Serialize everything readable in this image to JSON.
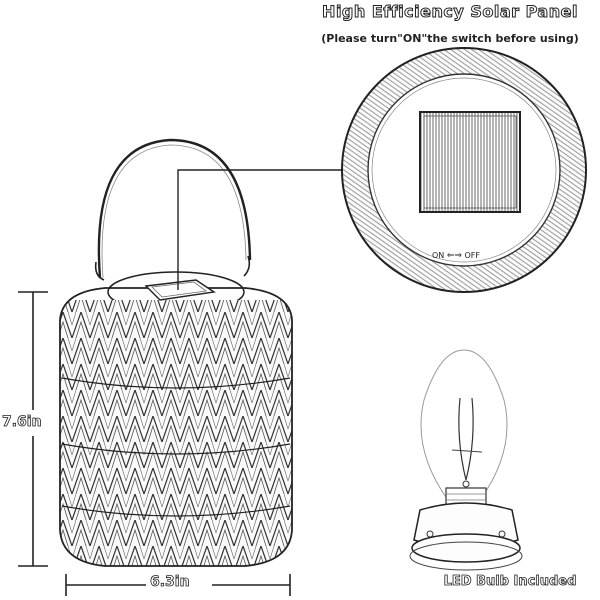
{
  "header": {
    "title": "High Efficiency Solar Panel",
    "subtitle": "(Please turn\"ON\"the switch before using)"
  },
  "dimensions": {
    "height": "7.6in",
    "width": "6.3in"
  },
  "switch": {
    "on_label": "ON",
    "arrows": "⇐⇒",
    "off_label": "OFF"
  },
  "bulb": {
    "caption": "LED Bulb Included"
  },
  "colors": {
    "ink": "#222222",
    "background": "#ffffff"
  },
  "icons": [
    "lantern-illustration",
    "solar-panel-closeup",
    "led-bulb-illustration",
    "dimension-arrow"
  ]
}
